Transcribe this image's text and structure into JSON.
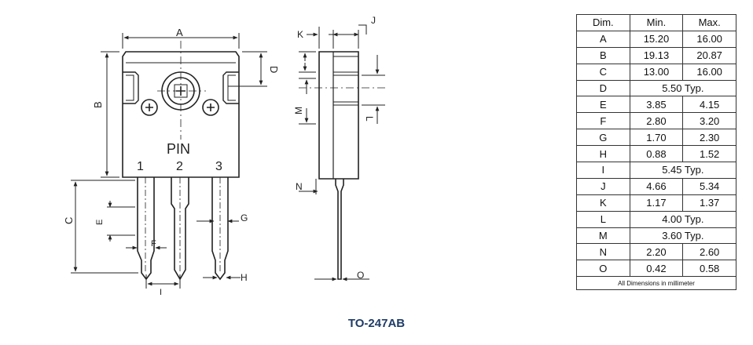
{
  "diagram": {
    "pin_label": "PIN",
    "pin_numbers": [
      "1",
      "2",
      "3"
    ],
    "dim_labels": {
      "A": "A",
      "B": "B",
      "C": "C",
      "D": "D",
      "E": "E",
      "F": "F",
      "G": "G",
      "H": "H",
      "I": "I",
      "J": "J",
      "K": "K",
      "L": "L",
      "M": "M",
      "N": "N",
      "O": "O"
    }
  },
  "table": {
    "headers": [
      "Dim.",
      "Min.",
      "Max."
    ],
    "rows": [
      {
        "dim": "A",
        "min": "15.20",
        "max": "16.00"
      },
      {
        "dim": "B",
        "min": "19.13",
        "max": "20.87"
      },
      {
        "dim": "C",
        "min": "13.00",
        "max": "16.00"
      },
      {
        "dim": "D",
        "typ": "5.50  Typ."
      },
      {
        "dim": "E",
        "min": "3.85",
        "max": "4.15"
      },
      {
        "dim": "F",
        "min": "2.80",
        "max": "3.20"
      },
      {
        "dim": "G",
        "min": "1.70",
        "max": "2.30"
      },
      {
        "dim": "H",
        "min": "0.88",
        "max": "1.52"
      },
      {
        "dim": "I",
        "typ": "5.45  Typ."
      },
      {
        "dim": "J",
        "min": "4.66",
        "max": "5.34"
      },
      {
        "dim": "K",
        "min": "1.17",
        "max": "1.37"
      },
      {
        "dim": "L",
        "typ": "4.00  Typ."
      },
      {
        "dim": "M",
        "typ": "3.60  Typ."
      },
      {
        "dim": "N",
        "min": "2.20",
        "max": "2.60"
      },
      {
        "dim": "O",
        "min": "0.42",
        "max": "0.58"
      }
    ],
    "footer": "All Dimensions in millimeter"
  },
  "caption": "TO-247AB"
}
